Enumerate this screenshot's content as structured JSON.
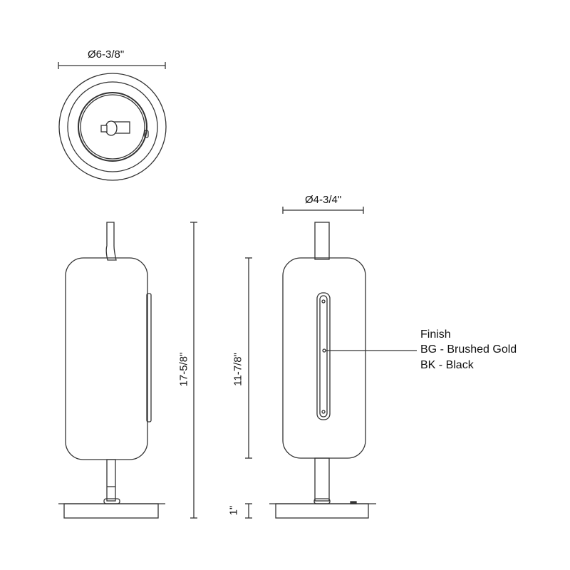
{
  "dimensions": {
    "top_diameter": "Ø6-3/8\"",
    "shade_diameter": "Ø4-3/4\"",
    "overall_height": "17-5/8\"",
    "shade_height": "11-7/8\"",
    "base_height": "1\""
  },
  "finish": {
    "title": "Finish",
    "options": [
      "BG - Brushed Gold",
      "BK - Black"
    ]
  }
}
